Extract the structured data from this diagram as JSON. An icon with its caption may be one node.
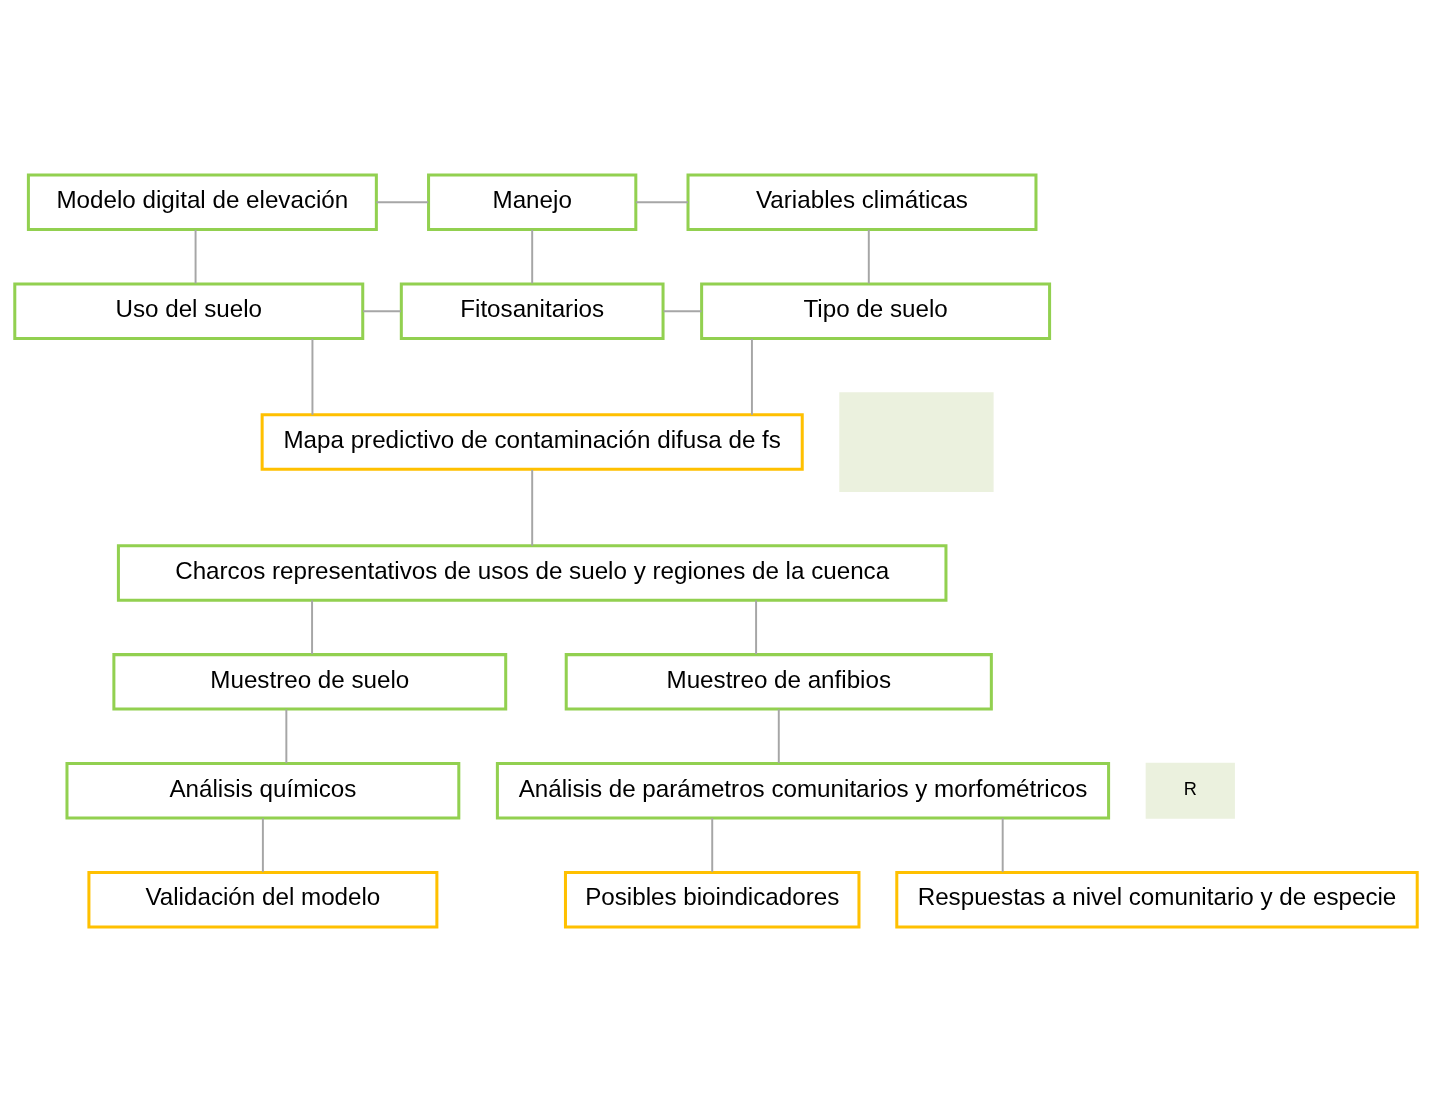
{
  "diagram": {
    "nodes": [
      {
        "text": [
          "Modelo digital de elevación"
        ]
      },
      {
        "text": [
          "Manejo"
        ]
      },
      {
        "text": [
          "Variables climáticas"
        ]
      },
      {
        "text": [
          "Uso del suelo"
        ]
      },
      {
        "text": [
          "Fitosanitarios"
        ]
      },
      {
        "text": [
          "Tipo de suelo"
        ]
      },
      {
        "text": [
          "Mapa predictivo de contaminación difusa de fs"
        ]
      },
      {
        "text": [],
        "shape": "box"
      },
      {
        "text": [
          "Charcos representativos de usos de suelo y regiones de la cuenca"
        ]
      },
      {
        "text": [
          "Muestreo de suelo"
        ]
      },
      {
        "text": [
          "Muestreo de anfibios"
        ]
      },
      {
        "text": [
          "Análisis químicos"
        ]
      },
      {
        "text": [
          "Análisis de parámetros comunitarios y morfométricos"
        ]
      },
      {
        "text": [
          "R"
        ]
      },
      {
        "text": [
          "Validación del modelo"
        ]
      },
      {
        "text": [
          "Posibles bioindicadores"
        ]
      },
      {
        "text": [
          "Respuestas a nivel comunitario y de especie"
        ]
      }
    ],
    "edges": [
      {
        "from": 0,
        "to": 1,
        "arrow": "none"
      },
      {
        "from": 1,
        "to": 2,
        "arrow": "none"
      },
      {
        "from": 0,
        "to": 3,
        "arrow": "none"
      },
      {
        "from": 1,
        "to": 4,
        "arrow": "none"
      },
      {
        "from": 2,
        "to": 5,
        "arrow": "none"
      },
      {
        "from": 3,
        "to": 4,
        "arrow": "none"
      },
      {
        "from": 4,
        "to": 5,
        "arrow": "none"
      },
      {
        "from": 3,
        "to": 6,
        "arrow": "none"
      },
      {
        "from": 5,
        "to": 6,
        "arrow": "none"
      },
      {
        "from": 6,
        "to": 8,
        "arrow": "none"
      },
      {
        "from": 8,
        "to": 9,
        "arrow": "none"
      },
      {
        "from": 8,
        "to": 10,
        "arrow": "none"
      },
      {
        "from": 9,
        "to": 11,
        "arrow": "none"
      },
      {
        "from": 11,
        "to": 14,
        "arrow": "none"
      },
      {
        "from": 10,
        "to": 12,
        "arrow": "none"
      },
      {
        "from": 12,
        "to": 15,
        "arrow": "none"
      },
      {
        "from": 12,
        "to": 16,
        "arrow": "none"
      }
    ]
  }
}
